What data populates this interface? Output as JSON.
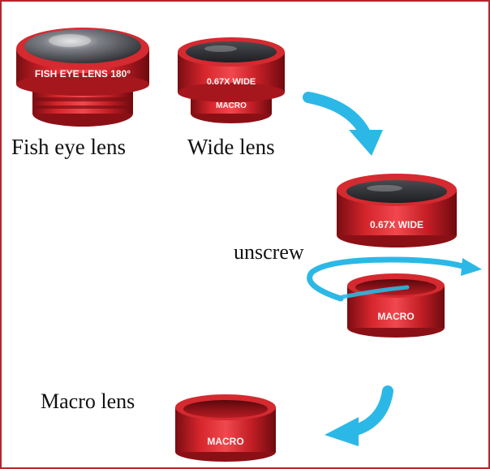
{
  "labels": {
    "fish_eye": "Fish eye lens",
    "wide": "Wide lens",
    "unscrew": "unscrew",
    "macro": "Macro lens"
  },
  "lens_markings": {
    "fisheye": "FISH   EYE   LENS  180°",
    "wide": "0.67X WIDE",
    "macro": "MACRO"
  },
  "colors": {
    "border": "#b5262c",
    "lens_red": "#c41f26",
    "arrow_blue": "#2cb8e6"
  }
}
